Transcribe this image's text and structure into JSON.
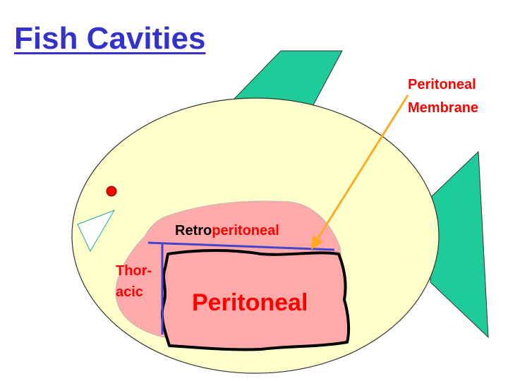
{
  "title": "Fish Cavities",
  "labels": {
    "membrane_line1": "Peritoneal",
    "membrane_line2": "Membrane",
    "retro_prefix": "Retro",
    "retro_suffix": "peritoneal",
    "thoracic_line1": "Thor-",
    "thoracic_line2": "acic",
    "peritoneal": "Peritoneal"
  },
  "colors": {
    "title": "#3333cc",
    "body_fill": "#ffffcc",
    "fin_fill": "#1fcc99",
    "cavity_fill": "#ffaaaa",
    "label_red": "#ff0000",
    "arrow": "#ffaa22",
    "membrane_line": "#4444cc",
    "eye": "#ff0000"
  }
}
